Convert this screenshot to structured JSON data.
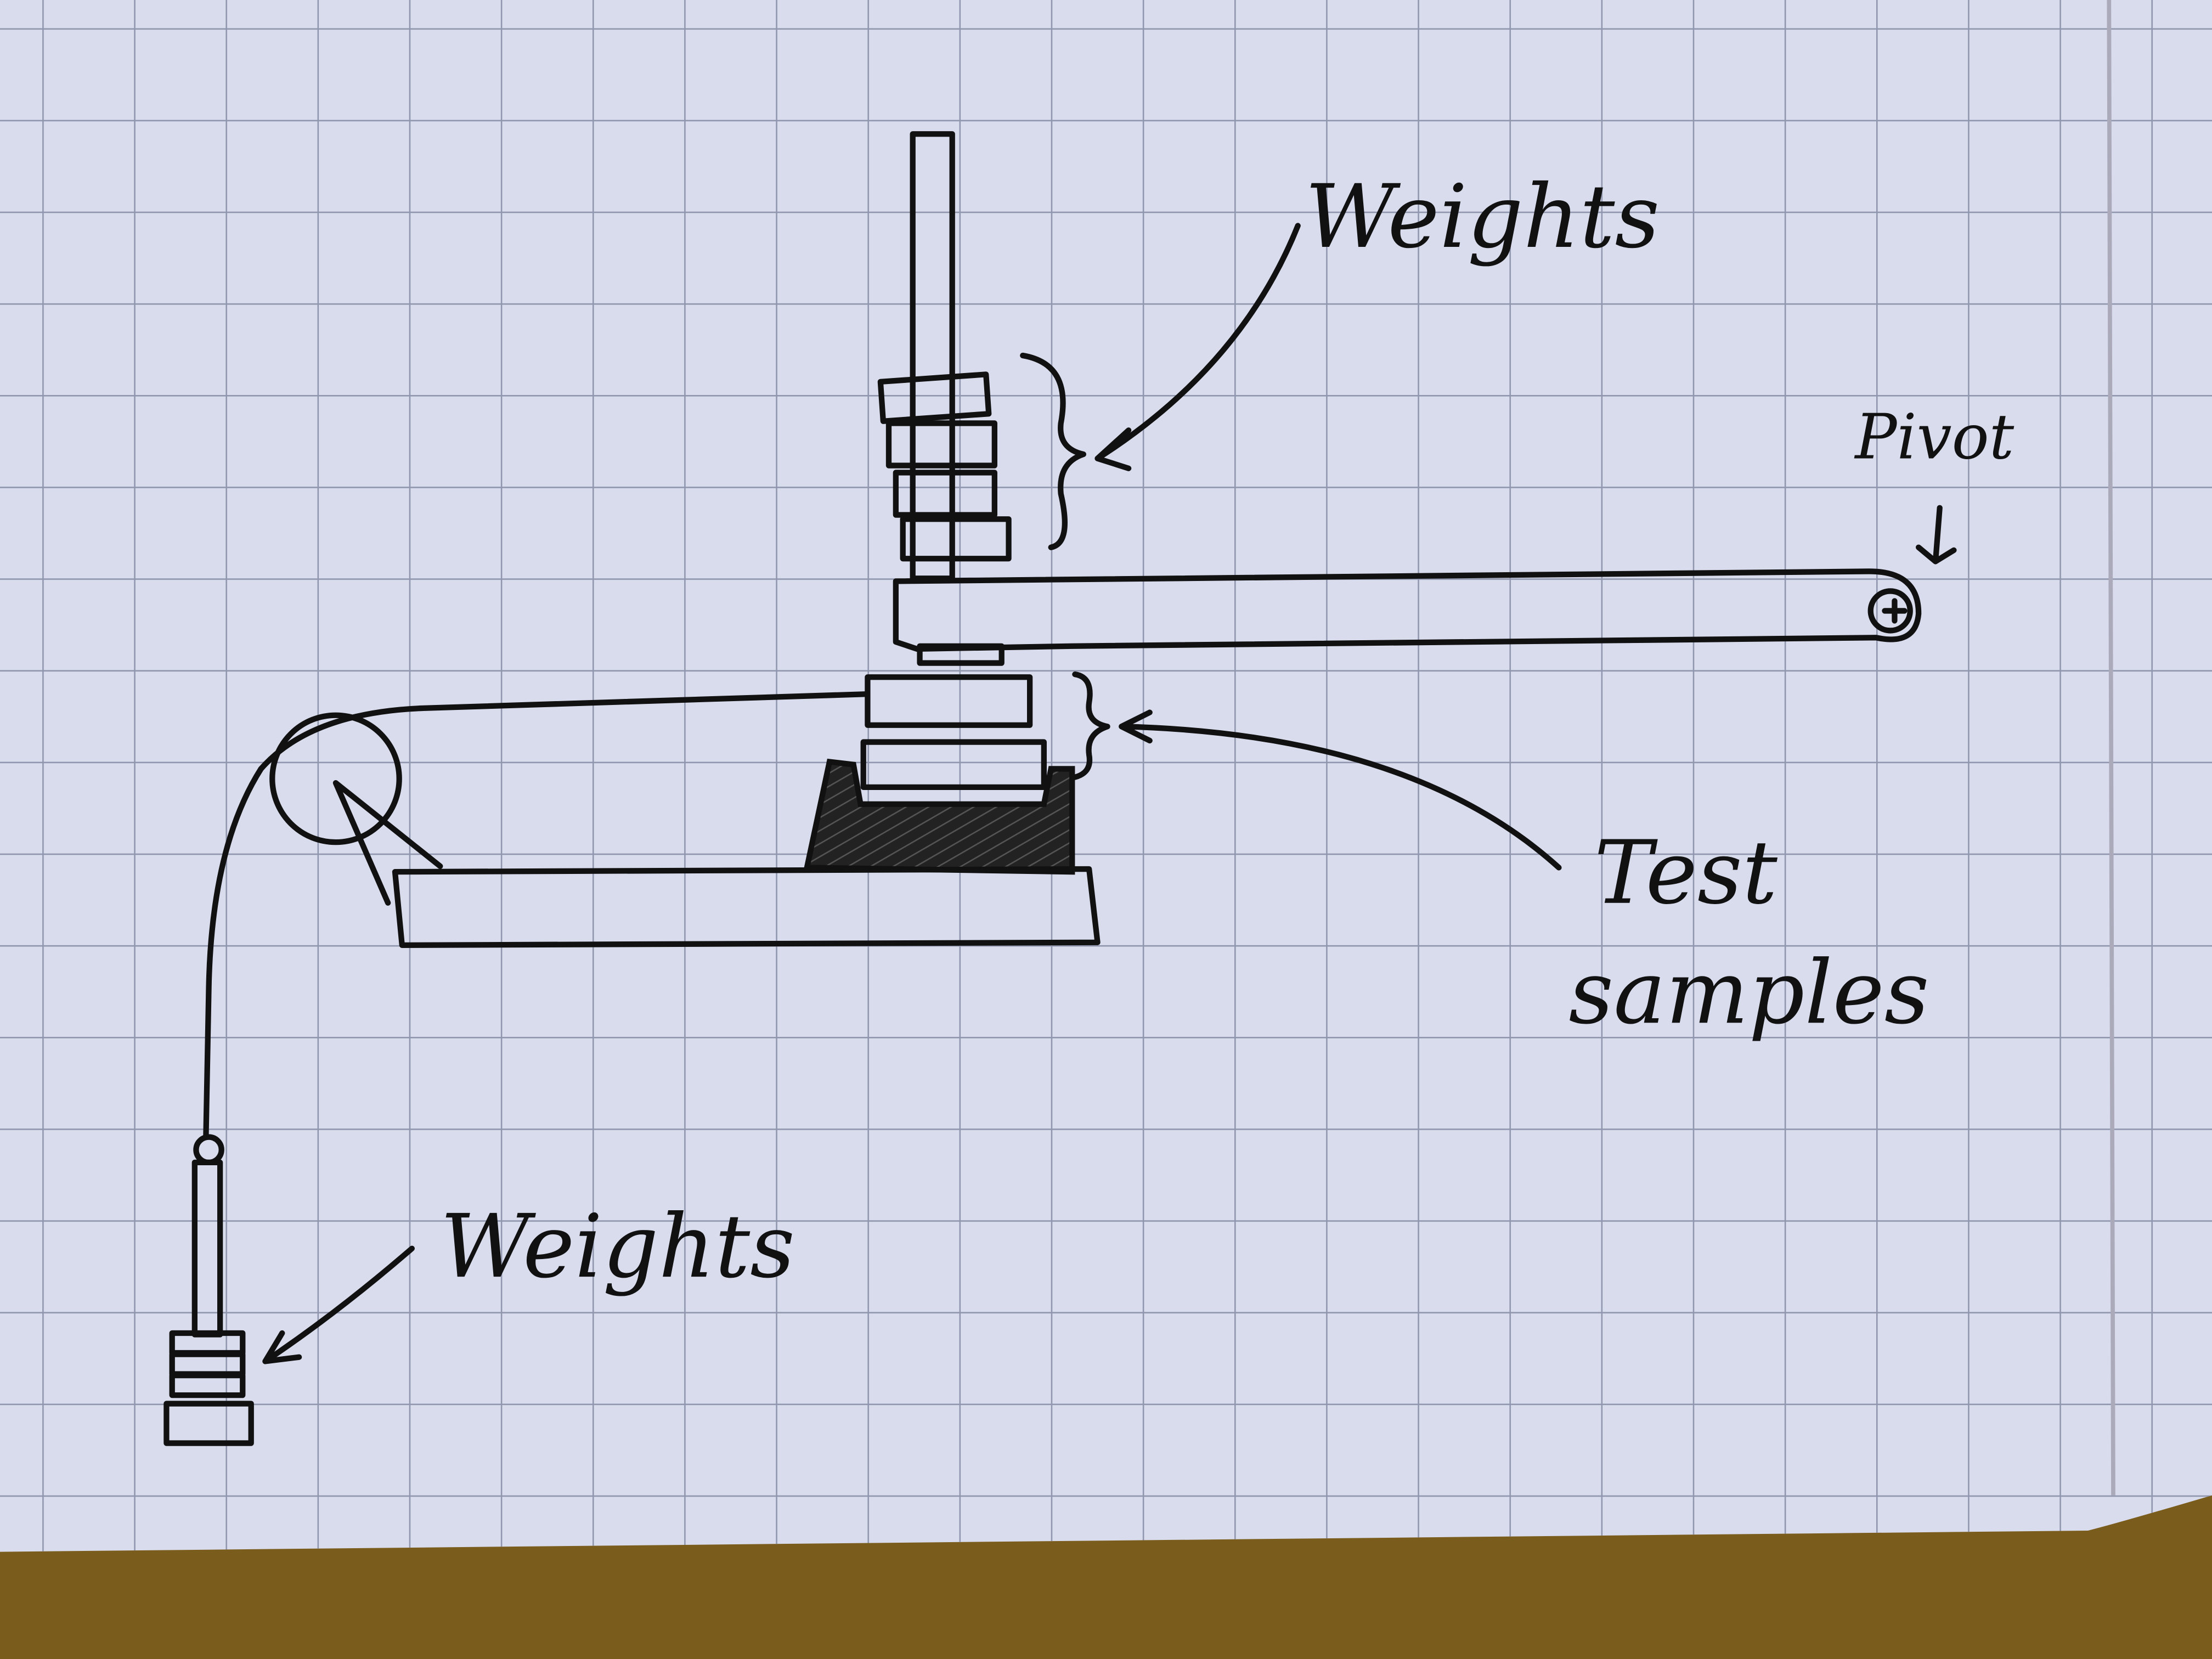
{
  "diagram": {
    "labels": {
      "weights_top": "Weights",
      "pivot": "Pivot",
      "test_samples_line1": "Test",
      "test_samples_line2": "samples",
      "weights_bottom": "Weights"
    },
    "colors": {
      "paper": "#d9dced",
      "grid": "#8f96ad",
      "ink": "#111111",
      "table": "#7a5c1c"
    }
  }
}
